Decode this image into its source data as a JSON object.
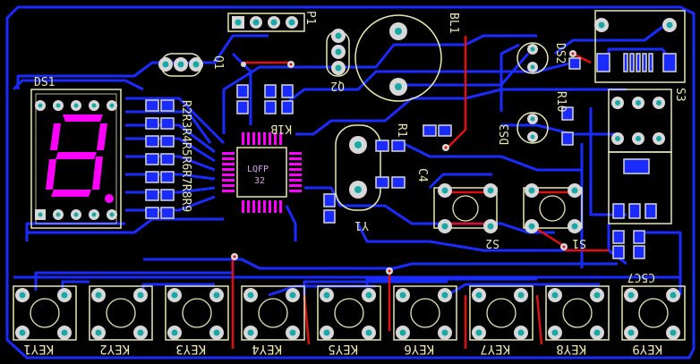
{
  "colors": {
    "background": "#000000",
    "copper_top": "#e01010",
    "copper_bottom": "#1a2bff",
    "silkscreen": "#e8e8b0",
    "pad": "#d8d8d8",
    "pad_hole": "#18a8a8",
    "segment": "#ff00ff"
  },
  "labels": {
    "ds1": "DS1",
    "p1": "P1",
    "q1": "Q1",
    "q2": "Q2",
    "bl1": "BL1",
    "ds2": "DS2",
    "ds3": "DS3",
    "r10": "R10",
    "s3": "S3",
    "r1": "R1",
    "c4": "C4",
    "y1": "Y1",
    "s1": "S1",
    "s2": "S2",
    "c5c7": "C5C7",
    "rk": "R2R3R4R5R6R7R8R9",
    "u1_pkg": "LQFP",
    "u1_pins": "32",
    "k1b": "K1B"
  },
  "keys": [
    "KEY1",
    "KEY2",
    "KEY3",
    "KEY4",
    "KEY5",
    "KEY6",
    "KEY7",
    "KEY8",
    "KEY9"
  ]
}
